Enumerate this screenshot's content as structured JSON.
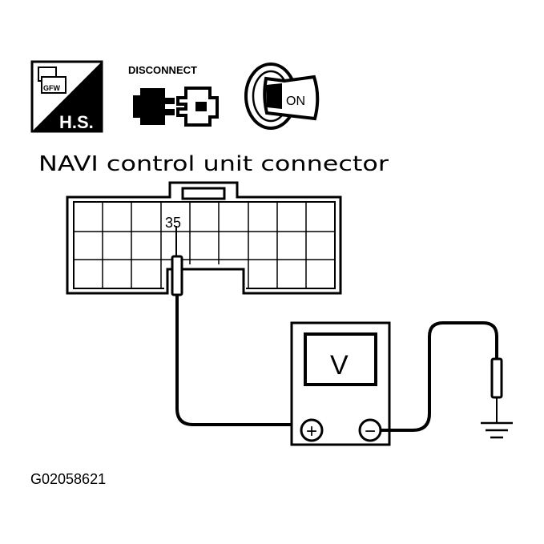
{
  "icons": {
    "harness_label": "H.S.",
    "harness_small_text": "GFW",
    "disconnect_label": "DISCONNECT",
    "ignition_label": "ON"
  },
  "diagram": {
    "title": "NAVI control unit connector",
    "terminal": "35",
    "meter_symbol": "V",
    "positive": "+",
    "negative": "−"
  },
  "figure_code": "G02058621"
}
